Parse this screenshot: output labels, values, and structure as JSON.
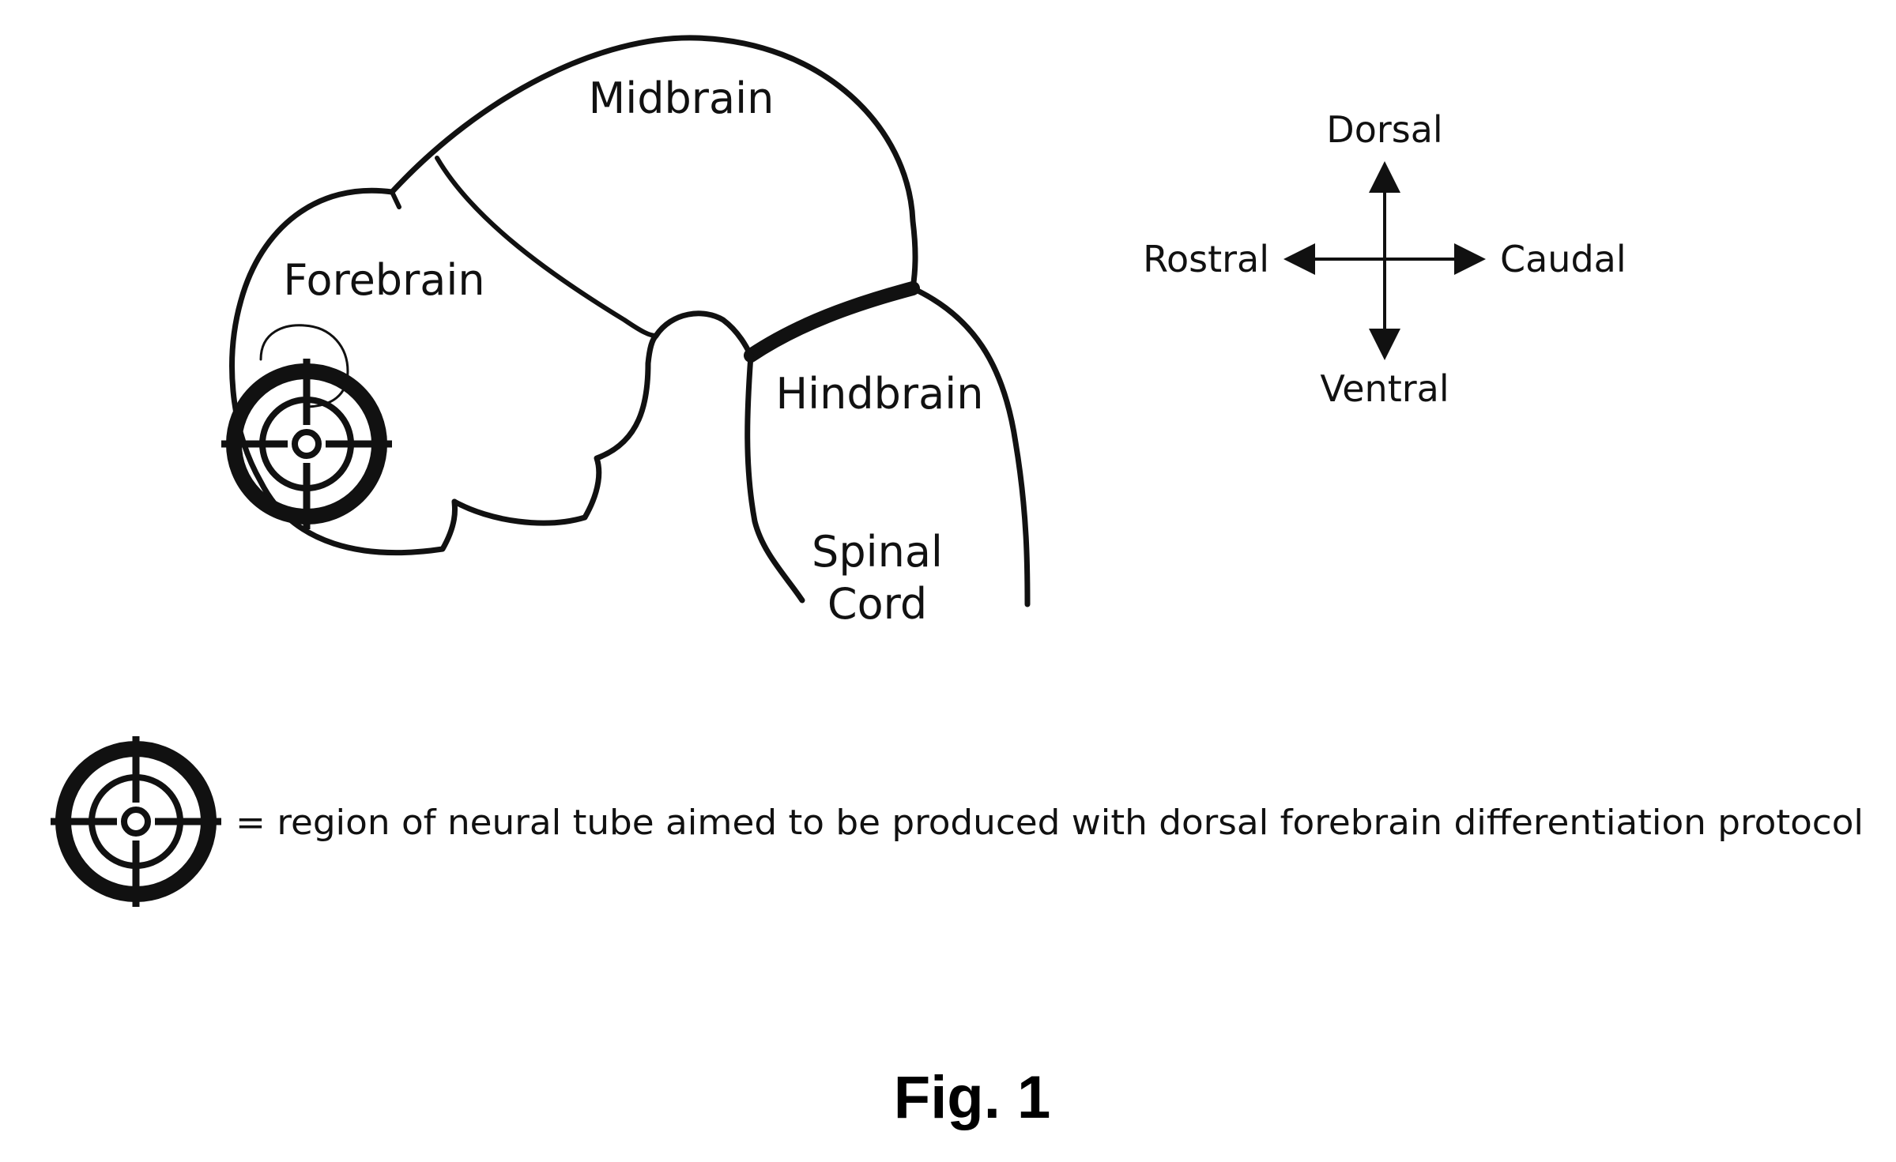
{
  "diagram": {
    "regions": {
      "midbrain": "Midbrain",
      "forebrain": "Forebrain",
      "hindbrain": "Hindbrain",
      "spinal_cord_line1": "Spinal",
      "spinal_cord_line2": "Cord"
    },
    "orientation": {
      "dorsal": "Dorsal",
      "ventral": "Ventral",
      "rostral": "Rostral",
      "caudal": "Caudal"
    },
    "legend": {
      "symbol": "target-icon",
      "text": "= region of neural tube aimed to be produced with dorsal forebrain differentiation protocol"
    },
    "caption": "Fig. 1"
  },
  "colors": {
    "ink": "#111111",
    "background": "#ffffff"
  }
}
